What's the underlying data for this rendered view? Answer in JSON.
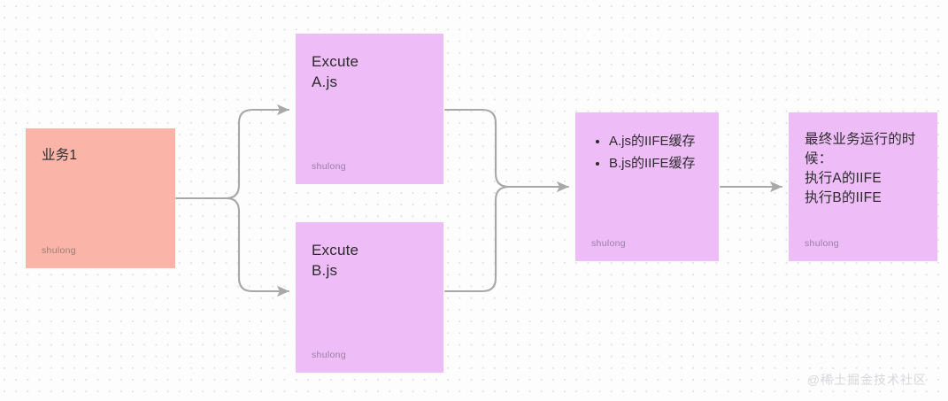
{
  "diagram": {
    "type": "flowchart",
    "background": "#fdfdfd",
    "grid": "dotted",
    "colors": {
      "node_salmon": "#fbb5a8",
      "node_purple": "#eebcf7",
      "connector": "#a8a8a8",
      "text": "#2b2b2b",
      "footer": "#9a7fa5",
      "watermark": "#d8d8dc"
    },
    "nodes": [
      {
        "id": "business",
        "title": "业务1",
        "footer": "shulong",
        "color": "#fbb5a8"
      },
      {
        "id": "excute-a",
        "title": "Excute\nA.js",
        "footer": "shulong",
        "color": "#eebcf7"
      },
      {
        "id": "excute-b",
        "title": "Excute\nB.js",
        "footer": "shulong",
        "color": "#eebcf7"
      },
      {
        "id": "iife-cache",
        "items": [
          "A.js的IIFE缓存",
          "B.js的IIFE缓存"
        ],
        "footer": "shulong",
        "color": "#eebcf7"
      },
      {
        "id": "final-run",
        "title": "最终业务运行的时候：\n执行A的IIFE\n执行B的IIFE",
        "footer": "shulong",
        "color": "#eebcf7"
      }
    ],
    "edges": [
      {
        "id": "business-to-a",
        "from": "business",
        "to": "excute-a"
      },
      {
        "id": "business-to-b",
        "from": "business",
        "to": "excute-b"
      },
      {
        "id": "a-to-cache",
        "from": "excute-a",
        "to": "iife-cache"
      },
      {
        "id": "b-to-cache",
        "from": "excute-b",
        "to": "iife-cache"
      },
      {
        "id": "cache-to-final",
        "from": "iife-cache",
        "to": "final-run"
      }
    ]
  },
  "watermark": {
    "text": "@稀土掘金技术社区"
  }
}
